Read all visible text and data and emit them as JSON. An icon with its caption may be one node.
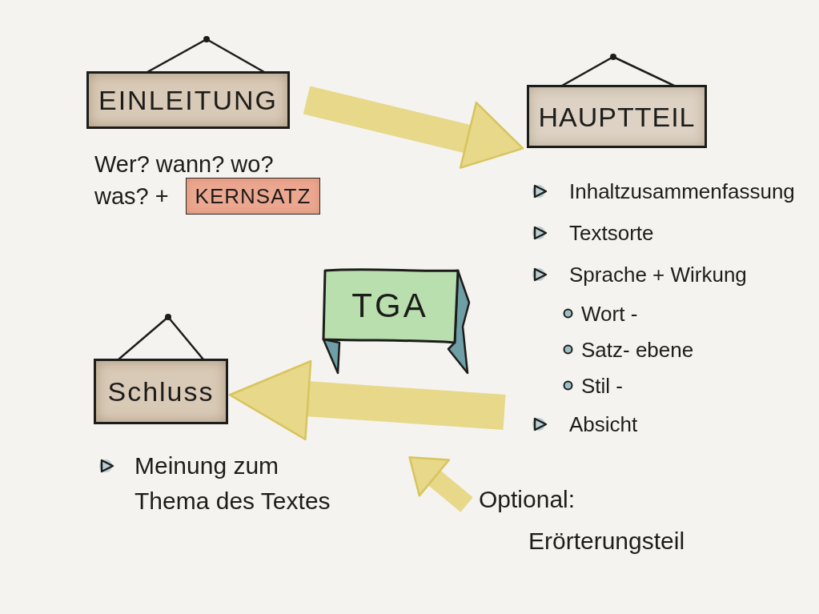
{
  "diagram": {
    "nodes": [
      {
        "text": [
          "EINLEITUNG"
        ]
      },
      {
        "text": [
          "KERNSATZ"
        ]
      },
      {
        "text": [
          "HAUPTTEIL",
          "Inhaltzusammenfassung",
          "Textsorte",
          "Sprache + Wirkung",
          "Wort -",
          "Satz- ebene",
          "Stil -",
          "Absicht"
        ]
      },
      {
        "text": [
          "TGA"
        ]
      },
      {
        "text": [
          "Schluss"
        ],
        "beside": [
          "Meinung zum Thema des Textes"
        ]
      },
      {
        "text": [
          "Optional: Erörterungsteil"
        ]
      }
    ],
    "edges": [
      {
        "from": 0,
        "to": 2,
        "arrow": "to"
      },
      {
        "from": 2,
        "to": 4,
        "arrow": "to"
      },
      {
        "from": 5,
        "to": null,
        "arrow": "to"
      }
    ],
    "labels": [
      "Wer? wann? wo?",
      "was? +"
    ]
  }
}
